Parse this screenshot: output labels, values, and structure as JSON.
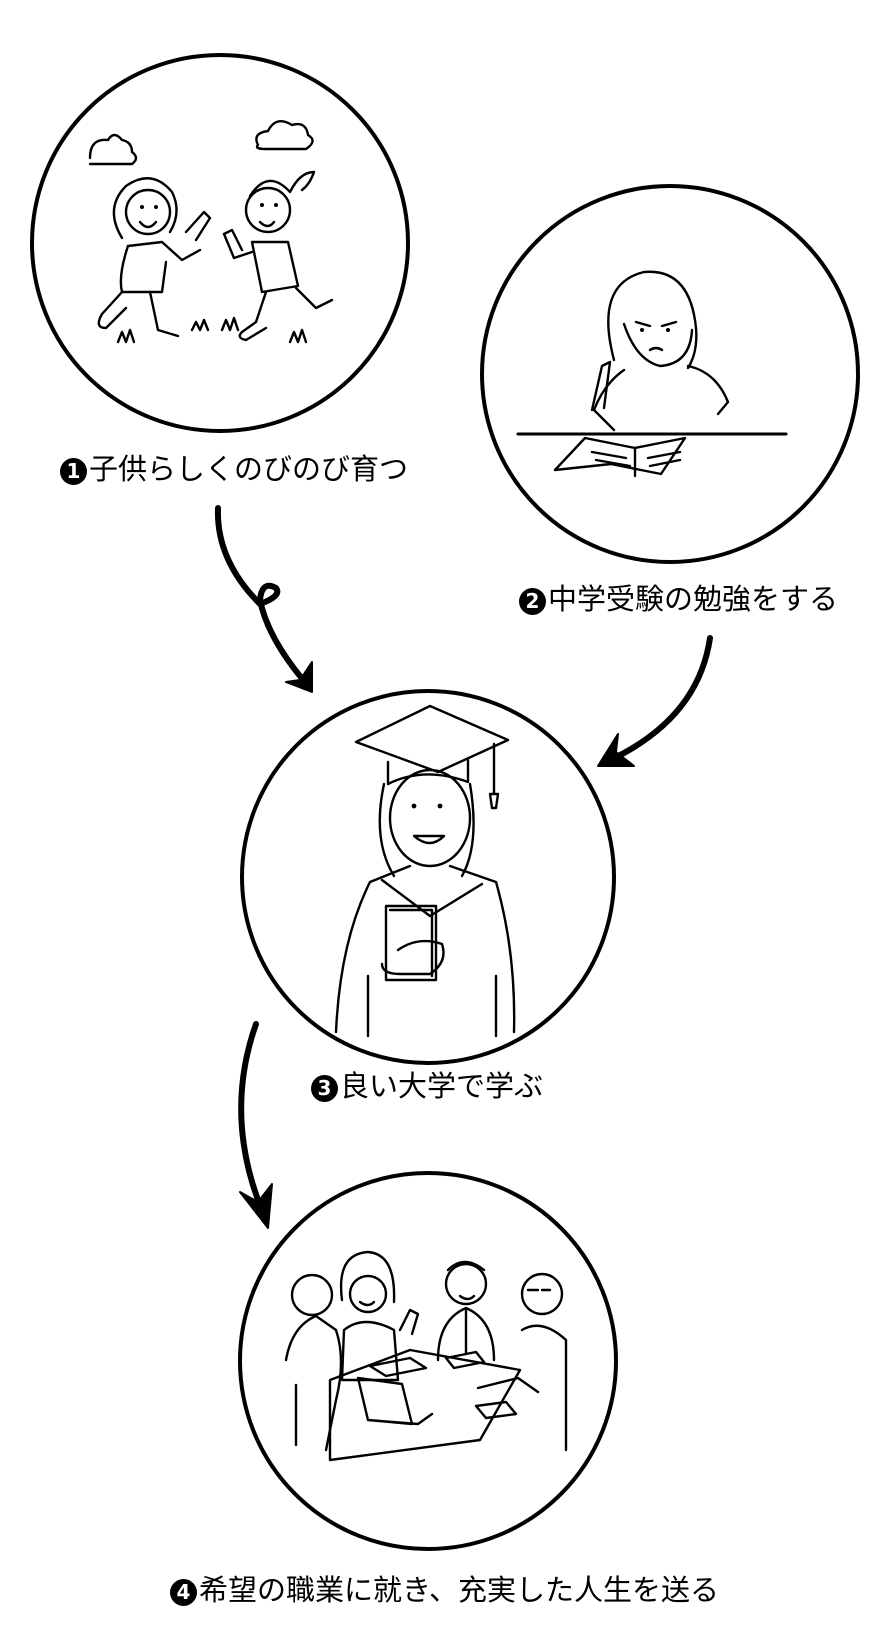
{
  "steps": [
    {
      "number": "1",
      "text": "子供らしくのびのび育つ",
      "illustration": "children-playing-illustration"
    },
    {
      "number": "2",
      "text": "中学受験の勉強をする",
      "illustration": "girl-studying-illustration"
    },
    {
      "number": "3",
      "text": "良い大学で学ぶ",
      "illustration": "graduate-illustration"
    },
    {
      "number": "4",
      "text": "希望の職業に就き、充実した人生を送る",
      "illustration": "business-meeting-illustration"
    }
  ],
  "flow": [
    {
      "from": "1",
      "to": "3",
      "style": "loop-arrow"
    },
    {
      "from": "2",
      "to": "3",
      "style": "curved-arrow"
    },
    {
      "from": "3",
      "to": "4",
      "style": "curved-arrow"
    }
  ],
  "colors": {
    "ink": "#000000",
    "background": "#ffffff"
  }
}
